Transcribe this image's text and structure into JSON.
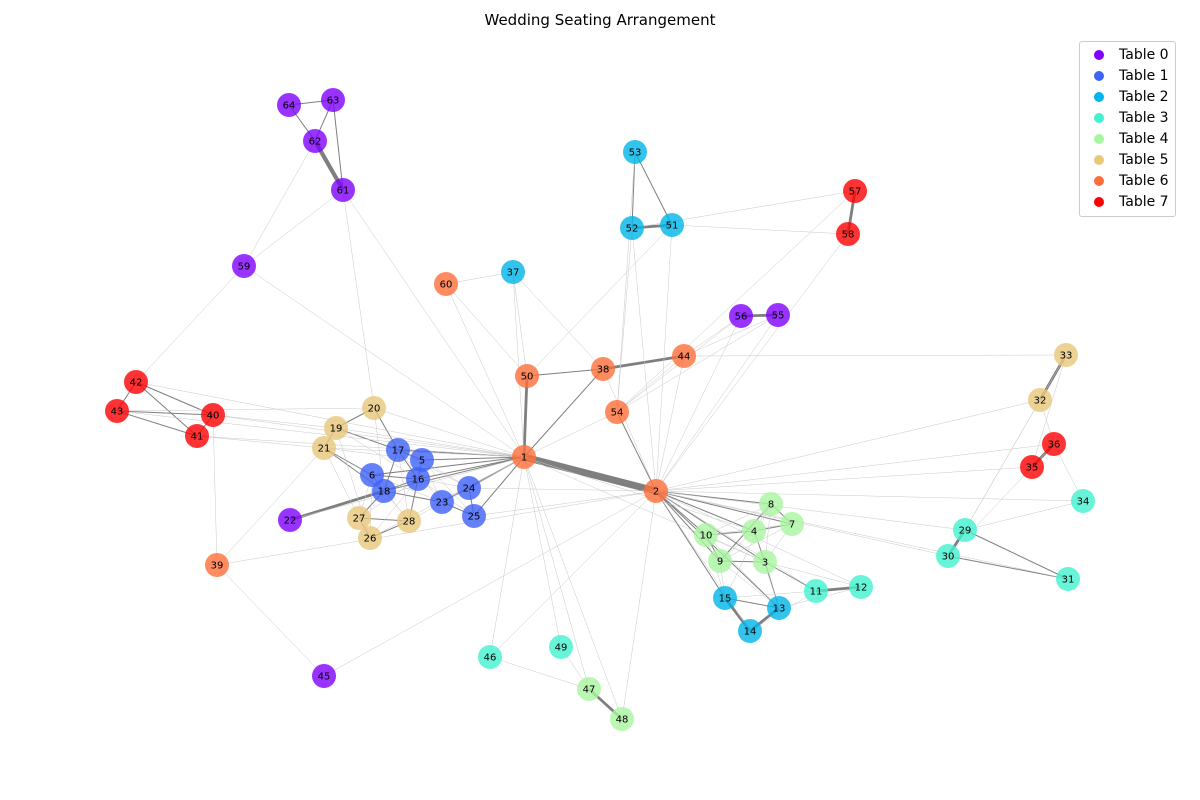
{
  "title": "Wedding Seating Arrangement",
  "legend": [
    {
      "label": "Table 0",
      "color": "#7f00ff"
    },
    {
      "label": "Table 1",
      "color": "#3f62f9"
    },
    {
      "label": "Table 2",
      "color": "#00b5ea"
    },
    {
      "label": "Table 3",
      "color": "#41f1d0"
    },
    {
      "label": "Table 4",
      "color": "#a8f5a0"
    },
    {
      "label": "Table 5",
      "color": "#e8c77a"
    },
    {
      "label": "Table 6",
      "color": "#ff6e3a"
    },
    {
      "label": "Table 7",
      "color": "#ff0000"
    }
  ],
  "nodes": [
    {
      "id": "1",
      "table": 6
    },
    {
      "id": "2",
      "table": 6
    },
    {
      "id": "3",
      "table": 4
    },
    {
      "id": "4",
      "table": 4
    },
    {
      "id": "5",
      "table": 1
    },
    {
      "id": "6",
      "table": 1
    },
    {
      "id": "7",
      "table": 4
    },
    {
      "id": "8",
      "table": 4
    },
    {
      "id": "9",
      "table": 4
    },
    {
      "id": "10",
      "table": 4
    },
    {
      "id": "11",
      "table": 3
    },
    {
      "id": "12",
      "table": 3
    },
    {
      "id": "13",
      "table": 2
    },
    {
      "id": "14",
      "table": 2
    },
    {
      "id": "15",
      "table": 2
    },
    {
      "id": "16",
      "table": 1
    },
    {
      "id": "17",
      "table": 1
    },
    {
      "id": "18",
      "table": 1
    },
    {
      "id": "19",
      "table": 5
    },
    {
      "id": "20",
      "table": 5
    },
    {
      "id": "21",
      "table": 5
    },
    {
      "id": "22",
      "table": 0
    },
    {
      "id": "23",
      "table": 1
    },
    {
      "id": "24",
      "table": 1
    },
    {
      "id": "25",
      "table": 1
    },
    {
      "id": "26",
      "table": 5
    },
    {
      "id": "27",
      "table": 5
    },
    {
      "id": "28",
      "table": 5
    },
    {
      "id": "29",
      "table": 3
    },
    {
      "id": "30",
      "table": 3
    },
    {
      "id": "31",
      "table": 3
    },
    {
      "id": "32",
      "table": 5
    },
    {
      "id": "33",
      "table": 5
    },
    {
      "id": "34",
      "table": 3
    },
    {
      "id": "35",
      "table": 7
    },
    {
      "id": "36",
      "table": 7
    },
    {
      "id": "37",
      "table": 2
    },
    {
      "id": "38",
      "table": 6
    },
    {
      "id": "39",
      "table": 6
    },
    {
      "id": "40",
      "table": 7
    },
    {
      "id": "41",
      "table": 7
    },
    {
      "id": "42",
      "table": 7
    },
    {
      "id": "43",
      "table": 7
    },
    {
      "id": "44",
      "table": 6
    },
    {
      "id": "45",
      "table": 0
    },
    {
      "id": "46",
      "table": 3
    },
    {
      "id": "47",
      "table": 4
    },
    {
      "id": "48",
      "table": 4
    },
    {
      "id": "49",
      "table": 3
    },
    {
      "id": "50",
      "table": 6
    },
    {
      "id": "51",
      "table": 2
    },
    {
      "id": "52",
      "table": 2
    },
    {
      "id": "53",
      "table": 2
    },
    {
      "id": "54",
      "table": 6
    },
    {
      "id": "55",
      "table": 0
    },
    {
      "id": "56",
      "table": 0
    },
    {
      "id": "57",
      "table": 7
    },
    {
      "id": "58",
      "table": 7
    },
    {
      "id": "59",
      "table": 0
    },
    {
      "id": "60",
      "table": 6
    },
    {
      "id": "61",
      "table": 0
    },
    {
      "id": "62",
      "table": 0
    },
    {
      "id": "63",
      "table": 0
    },
    {
      "id": "64",
      "table": 0
    }
  ],
  "edges": [
    [
      "1",
      "2",
      5
    ],
    [
      "1",
      "50",
      2
    ],
    [
      "1",
      "38",
      1
    ],
    [
      "2",
      "54",
      1
    ],
    [
      "38",
      "50",
      1
    ],
    [
      "38",
      "44",
      2
    ],
    [
      "1",
      "5",
      1
    ],
    [
      "1",
      "6",
      1
    ],
    [
      "1",
      "17",
      1
    ],
    [
      "1",
      "16",
      1
    ],
    [
      "1",
      "18",
      1
    ],
    [
      "1",
      "24",
      1
    ],
    [
      "1",
      "25",
      1
    ],
    [
      "1",
      "23",
      1
    ],
    [
      "2",
      "3",
      1
    ],
    [
      "2",
      "4",
      1
    ],
    [
      "2",
      "7",
      1
    ],
    [
      "2",
      "8",
      1
    ],
    [
      "2",
      "9",
      1
    ],
    [
      "2",
      "10",
      1
    ],
    [
      "2",
      "13",
      1
    ],
    [
      "2",
      "15",
      1
    ],
    [
      "3",
      "4",
      1
    ],
    [
      "3",
      "9",
      1
    ],
    [
      "3",
      "11",
      1
    ],
    [
      "3",
      "13",
      1
    ],
    [
      "4",
      "7",
      1
    ],
    [
      "4",
      "10",
      1
    ],
    [
      "8",
      "7",
      1
    ],
    [
      "8",
      "9",
      1
    ],
    [
      "10",
      "9",
      1
    ],
    [
      "11",
      "12",
      2
    ],
    [
      "13",
      "14",
      2
    ],
    [
      "15",
      "14",
      2
    ],
    [
      "15",
      "13",
      1
    ],
    [
      "5",
      "16",
      1
    ],
    [
      "5",
      "17",
      1
    ],
    [
      "6",
      "18",
      1
    ],
    [
      "6",
      "16",
      1
    ],
    [
      "17",
      "16",
      1
    ],
    [
      "17",
      "18",
      1
    ],
    [
      "16",
      "18",
      1
    ],
    [
      "23",
      "24",
      1
    ],
    [
      "23",
      "25",
      1
    ],
    [
      "24",
      "25",
      1
    ],
    [
      "18",
      "23",
      1
    ],
    [
      "19",
      "21",
      1
    ],
    [
      "19",
      "20",
      1
    ],
    [
      "21",
      "6",
      1
    ],
    [
      "19",
      "17",
      1
    ],
    [
      "21",
      "18",
      1
    ],
    [
      "20",
      "17",
      1
    ],
    [
      "26",
      "27",
      1
    ],
    [
      "26",
      "28",
      1
    ],
    [
      "27",
      "28",
      1
    ],
    [
      "22",
      "18",
      2
    ],
    [
      "27",
      "18",
      1
    ],
    [
      "28",
      "16",
      1
    ],
    [
      "29",
      "30",
      2
    ],
    [
      "29",
      "31",
      1
    ],
    [
      "30",
      "31",
      1
    ],
    [
      "32",
      "33",
      2
    ],
    [
      "35",
      "36",
      2
    ],
    [
      "40",
      "41",
      1
    ],
    [
      "40",
      "42",
      1
    ],
    [
      "40",
      "43",
      1
    ],
    [
      "41",
      "42",
      1
    ],
    [
      "41",
      "43",
      1
    ],
    [
      "42",
      "43",
      1
    ],
    [
      "47",
      "48",
      2
    ],
    [
      "51",
      "52",
      2
    ],
    [
      "51",
      "53",
      1
    ],
    [
      "52",
      "53",
      1
    ],
    [
      "55",
      "56",
      2
    ],
    [
      "57",
      "58",
      2
    ],
    [
      "61",
      "62",
      3
    ],
    [
      "62",
      "63",
      1
    ],
    [
      "62",
      "64",
      1
    ],
    [
      "63",
      "64",
      1
    ],
    [
      "63",
      "61",
      1
    ],
    [
      "60",
      "1",
      0
    ],
    [
      "60",
      "37",
      0
    ],
    [
      "37",
      "1",
      0
    ],
    [
      "37",
      "38",
      0
    ],
    [
      "59",
      "1",
      0
    ],
    [
      "59",
      "42",
      0
    ],
    [
      "59",
      "62",
      0
    ],
    [
      "61",
      "1",
      0
    ],
    [
      "61",
      "20",
      0
    ],
    [
      "39",
      "21",
      0
    ],
    [
      "39",
      "40",
      0
    ],
    [
      "39",
      "45",
      0
    ],
    [
      "39",
      "2",
      0
    ],
    [
      "46",
      "1",
      0
    ],
    [
      "46",
      "2",
      0
    ],
    [
      "46",
      "47",
      0
    ],
    [
      "49",
      "1",
      0
    ],
    [
      "49",
      "47",
      0
    ],
    [
      "48",
      "2",
      0
    ],
    [
      "48",
      "1",
      0
    ],
    [
      "44",
      "2",
      0
    ],
    [
      "44",
      "33",
      0
    ],
    [
      "54",
      "55",
      0
    ],
    [
      "54",
      "56",
      0
    ],
    [
      "54",
      "57",
      0
    ],
    [
      "54",
      "52",
      0
    ],
    [
      "2",
      "52",
      0
    ],
    [
      "2",
      "51",
      0
    ],
    [
      "2",
      "56",
      0
    ],
    [
      "2",
      "55",
      0
    ],
    [
      "2",
      "58",
      0
    ],
    [
      "50",
      "51",
      0
    ],
    [
      "38",
      "2",
      0
    ],
    [
      "44",
      "54",
      0
    ],
    [
      "2",
      "32",
      0
    ],
    [
      "2",
      "35",
      0
    ],
    [
      "2",
      "36",
      0
    ],
    [
      "2",
      "34",
      0
    ],
    [
      "2",
      "29",
      0
    ],
    [
      "2",
      "30",
      0
    ],
    [
      "2",
      "14",
      0
    ],
    [
      "29",
      "32",
      0
    ],
    [
      "29",
      "34",
      0
    ],
    [
      "29",
      "33",
      0
    ],
    [
      "30",
      "36",
      0
    ],
    [
      "34",
      "36",
      0
    ],
    [
      "1",
      "40",
      0
    ],
    [
      "1",
      "42",
      0
    ],
    [
      "1",
      "43",
      0
    ],
    [
      "1",
      "41",
      0
    ],
    [
      "19",
      "40",
      0
    ],
    [
      "21",
      "41",
      0
    ],
    [
      "20",
      "43",
      0
    ],
    [
      "1",
      "19",
      0
    ],
    [
      "1",
      "20",
      0
    ],
    [
      "1",
      "21",
      0
    ],
    [
      "1",
      "26",
      0
    ],
    [
      "1",
      "28",
      0
    ],
    [
      "2",
      "25",
      0
    ],
    [
      "2",
      "24",
      0
    ],
    [
      "2",
      "12",
      0
    ],
    [
      "2",
      "11",
      0
    ],
    [
      "1",
      "54",
      0
    ],
    [
      "17",
      "24",
      0
    ],
    [
      "5",
      "25",
      0
    ],
    [
      "6",
      "26",
      0
    ],
    [
      "6",
      "27",
      0
    ],
    [
      "6",
      "28",
      0
    ],
    [
      "17",
      "23",
      0
    ],
    [
      "19",
      "16",
      0
    ],
    [
      "20",
      "18",
      0
    ],
    [
      "21",
      "5",
      0
    ],
    [
      "16",
      "26",
      0
    ],
    [
      "16",
      "27",
      0
    ],
    [
      "18",
      "28",
      0
    ],
    [
      "5",
      "23",
      0
    ],
    [
      "5",
      "24",
      0
    ],
    [
      "16",
      "24",
      0
    ],
    [
      "16",
      "25",
      0
    ],
    [
      "6",
      "23",
      0
    ],
    [
      "17",
      "28",
      0
    ],
    [
      "19",
      "26",
      0
    ],
    [
      "21",
      "27",
      0
    ],
    [
      "10",
      "15",
      0
    ],
    [
      "10",
      "13",
      0
    ],
    [
      "9",
      "15",
      0
    ],
    [
      "9",
      "13",
      0
    ],
    [
      "8",
      "10",
      0
    ],
    [
      "8",
      "4",
      0
    ],
    [
      "7",
      "9",
      0
    ],
    [
      "7",
      "3",
      0
    ],
    [
      "3",
      "10",
      0
    ],
    [
      "4",
      "9",
      0
    ],
    [
      "4",
      "13",
      0
    ],
    [
      "8",
      "3",
      0
    ],
    [
      "15",
      "11",
      0
    ],
    [
      "13",
      "12",
      0
    ],
    [
      "14",
      "11",
      0
    ],
    [
      "3",
      "12",
      0
    ],
    [
      "7",
      "10",
      0
    ],
    [
      "8",
      "15",
      0
    ],
    [
      "31",
      "2",
      0
    ],
    [
      "50",
      "37",
      0
    ],
    [
      "60",
      "50",
      0
    ],
    [
      "51",
      "58",
      0
    ],
    [
      "52",
      "57",
      0
    ],
    [
      "53",
      "54",
      0
    ],
    [
      "56",
      "44",
      0
    ],
    [
      "55",
      "44",
      0
    ],
    [
      "35",
      "33",
      0
    ],
    [
      "32",
      "36",
      0
    ],
    [
      "59",
      "61",
      0
    ],
    [
      "22",
      "1",
      0
    ],
    [
      "45",
      "2",
      0
    ],
    [
      "1",
      "3",
      0
    ],
    [
      "1",
      "4",
      0
    ],
    [
      "1",
      "47",
      0
    ]
  ]
}
